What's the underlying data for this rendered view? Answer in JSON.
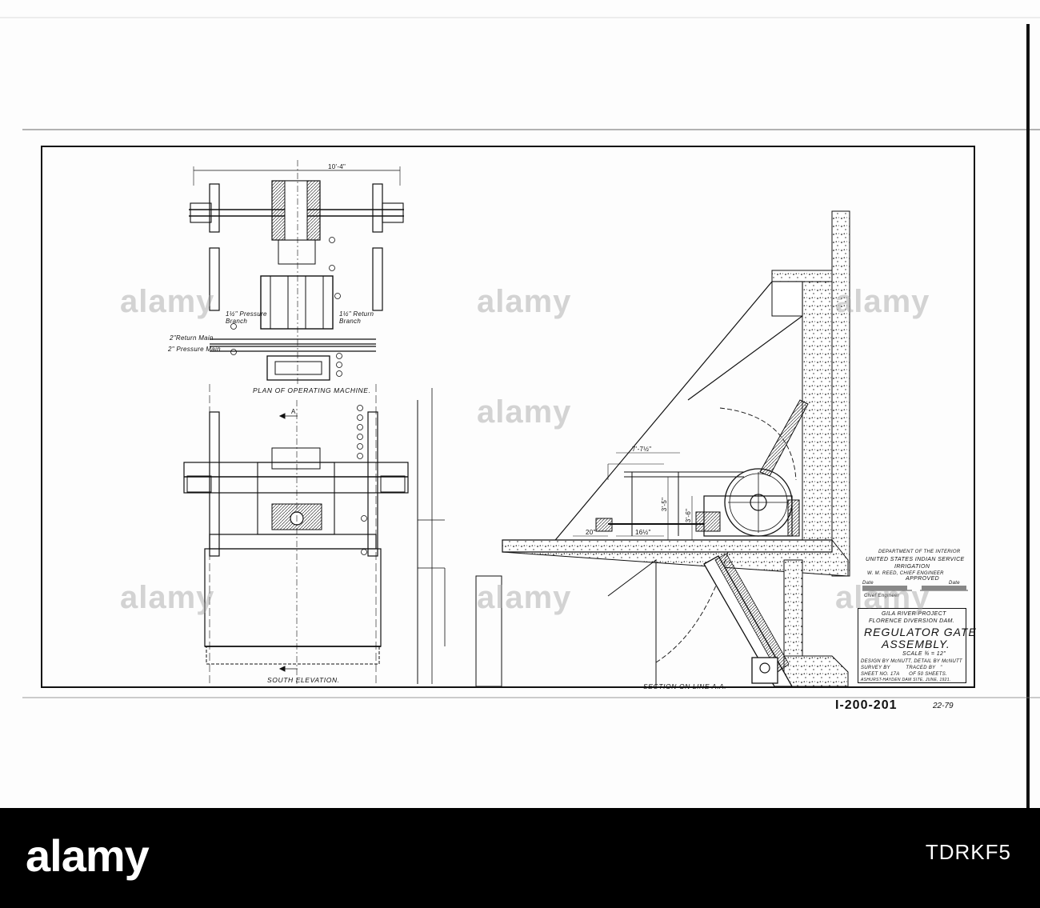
{
  "views": {
    "plan_caption": "PLAN OF OPERATING MACHINE.",
    "south_caption": "SOUTH ELEVATION.",
    "section_caption": "SECTION ON LINE A.A."
  },
  "labels": {
    "pressure_branch": "1½\" Pressure Branch",
    "return_branch": "1½\" Return Branch",
    "return_main": "2\"Return Main",
    "pressure_main": "2\" Pressure Main"
  },
  "dimensions": {
    "overall_width": "10'-4\"",
    "d1": "7'-7½\"",
    "d2": "20\"",
    "d3": "16½\"",
    "d4": "3'-5\"",
    "d5": "3'-6\"",
    "section_mark": "A"
  },
  "approval": {
    "dept": "DEPARTMENT OF THE INTERIOR",
    "service": "UNITED STATES INDIAN SERVICE",
    "division": "IRRIGATION",
    "engineer": "W. M. REED, CHIEF ENGINEER",
    "approved": "APPROVED",
    "date_left": "Date",
    "date_right": "Date",
    "chief": "Chief Engineer"
  },
  "title_block": {
    "project": "GILA RIVER PROJECT",
    "dam": "FLORENCE DIVERSION DAM.",
    "title1": "REGULATOR GATE",
    "title2": "ASSEMBLY.",
    "scale": "SCALE ¾ = 12\"",
    "design": "DESIGN BY McNUTT, DETAIL BY McNUTT",
    "survey": "SURVEY BY          TRACED BY   \"",
    "sheet": "SHEET NO. 17A      OF 50 SHEETS.",
    "location": "ASHURST-HAYDEN DAM SITE, JUNE, 1921."
  },
  "sheet_number": "I-200-201",
  "sheet_date": "22-79",
  "watermark_text": "alamy",
  "footer": {
    "logo": "alamy",
    "image_id": "TDRKF5"
  }
}
